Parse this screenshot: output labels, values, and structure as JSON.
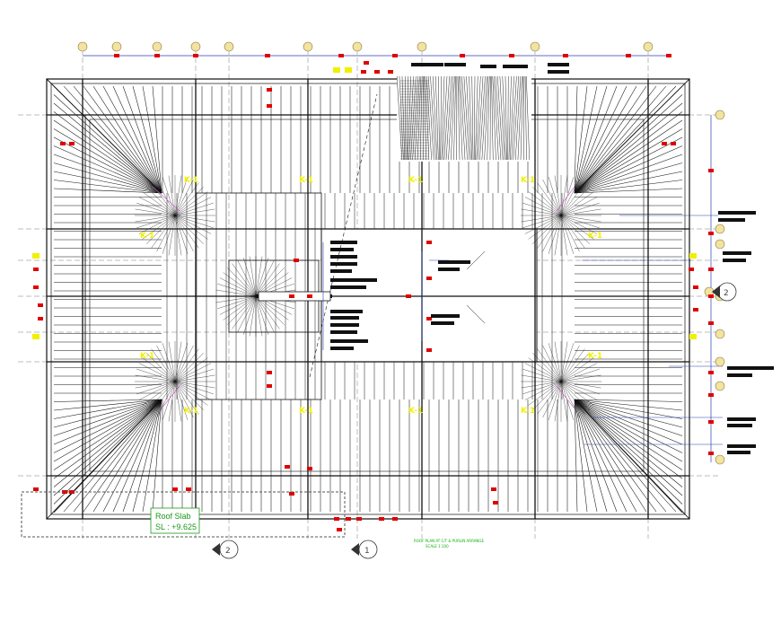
{
  "drawing": {
    "title": "ROOF PLAN AT C/T & PURLIN ARRANGE",
    "subtitle": "SCALE 1:100",
    "slab_label": "Roof Slab",
    "slab_level": "SL : +9.625"
  },
  "section_markers": [
    {
      "id": "sec-a",
      "number": "2"
    },
    {
      "id": "sec-b",
      "number": "1"
    },
    {
      "id": "sec-c",
      "number": "2"
    }
  ],
  "k_labels": [
    "K-1",
    "K-1",
    "K-1",
    "K-1",
    "K-1",
    "K-1",
    "K-1",
    "K-1",
    "K-1",
    "K-1",
    "K-1",
    "K-1"
  ],
  "colors": {
    "line": "#111111",
    "grid": "#5a5a5a",
    "dim": "#2a3fb0",
    "marker": "#e00000",
    "bubble": "#f3e3a0",
    "k_label": "#f0f000",
    "diagonal": "#cc66cc",
    "text_green": "#1a9a1a"
  }
}
